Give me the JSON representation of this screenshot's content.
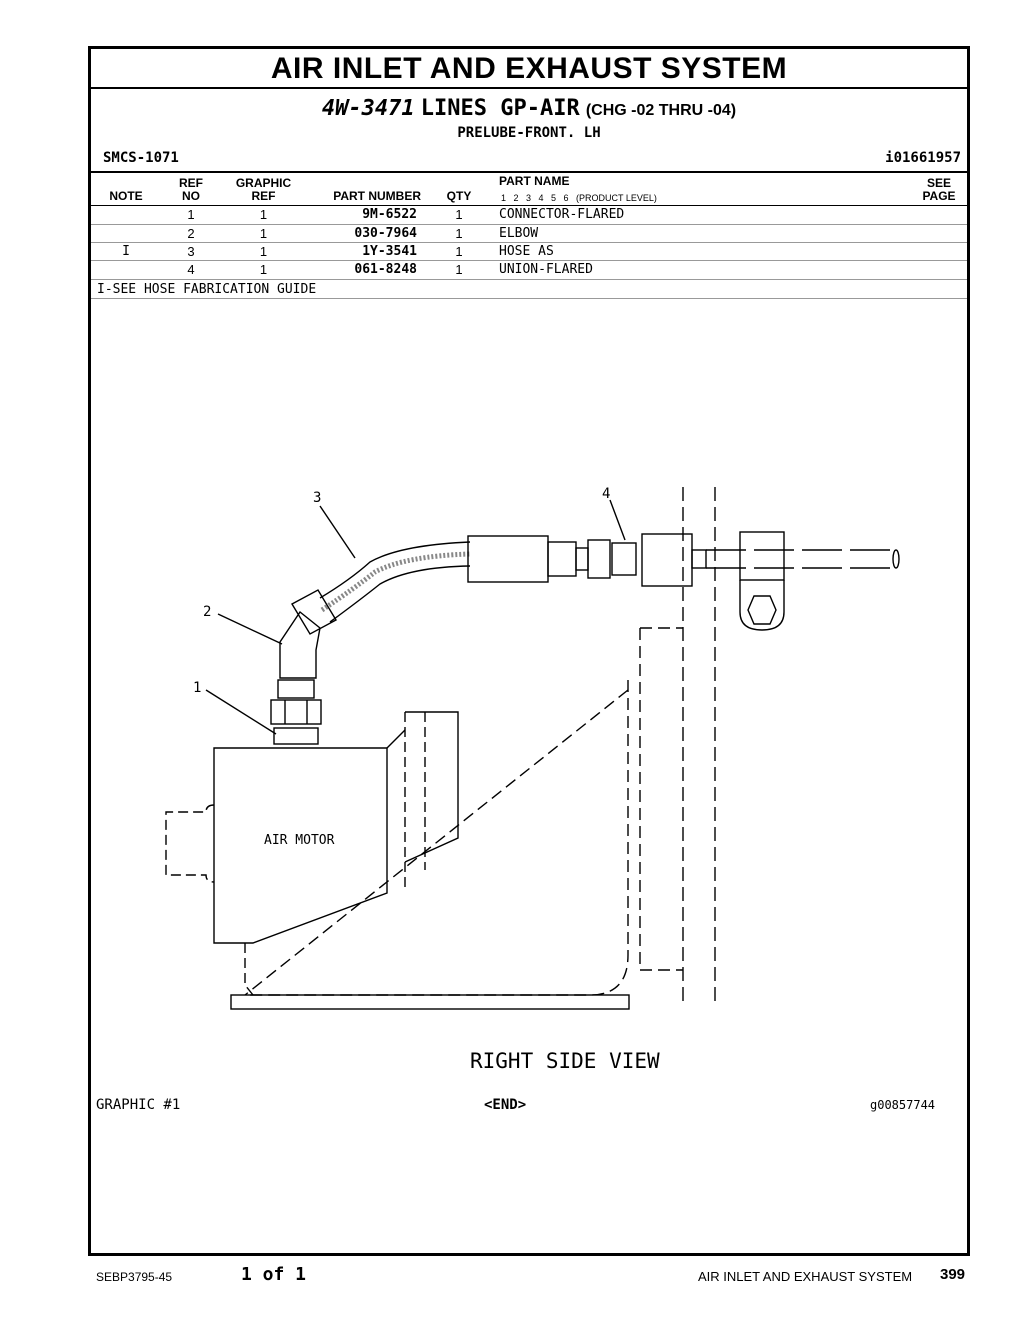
{
  "header": {
    "title": "AIR INLET AND EXHAUST SYSTEM",
    "part_number": "4W-3471",
    "part_name": "LINES GP-AIR",
    "change_range": "(CHG -02 THRU -04)",
    "subtitle": "PRELUBE-FRONT. LH",
    "smcs": "SMCS-1071",
    "illustration_id": "i01661957"
  },
  "table": {
    "columns": {
      "note": "NOTE",
      "ref_no_1": "REF",
      "ref_no_2": "NO",
      "graphic_ref_1": "GRAPHIC",
      "graphic_ref_2": "REF",
      "part_number": "PART NUMBER",
      "qty": "QTY",
      "part_name": "PART NAME",
      "product_level": "1   2   3   4   5   6   (PRODUCT LEVEL)",
      "see_page_1": "SEE",
      "see_page_2": "PAGE"
    },
    "rows": [
      {
        "note": "",
        "ref_no": "1",
        "graphic_ref": "1",
        "part_number": "9M-6522",
        "qty": "1",
        "part_name": "CONNECTOR-FLARED"
      },
      {
        "note": "",
        "ref_no": "2",
        "graphic_ref": "1",
        "part_number": "030-7964",
        "qty": "1",
        "part_name": "ELBOW"
      },
      {
        "note": "I",
        "ref_no": "3",
        "graphic_ref": "1",
        "part_number": "1Y-3541",
        "qty": "1",
        "part_name": "HOSE AS"
      },
      {
        "note": "",
        "ref_no": "4",
        "graphic_ref": "1",
        "part_number": "061-8248",
        "qty": "1",
        "part_name": "UNION-FLARED"
      }
    ],
    "footnote": "I-SEE HOSE FABRICATION GUIDE"
  },
  "graphic": {
    "callouts": [
      "1",
      "2",
      "3",
      "4"
    ],
    "component_label": "AIR MOTOR",
    "view_label": "RIGHT SIDE VIEW",
    "graphic_number": "GRAPHIC #1",
    "end_marker": "<END>",
    "graphic_id": "g00857744"
  },
  "footer": {
    "doc_id": "SEBP3795-45",
    "page_of": "1 of 1",
    "section": "AIR INLET AND EXHAUST SYSTEM",
    "page_number": "399"
  }
}
